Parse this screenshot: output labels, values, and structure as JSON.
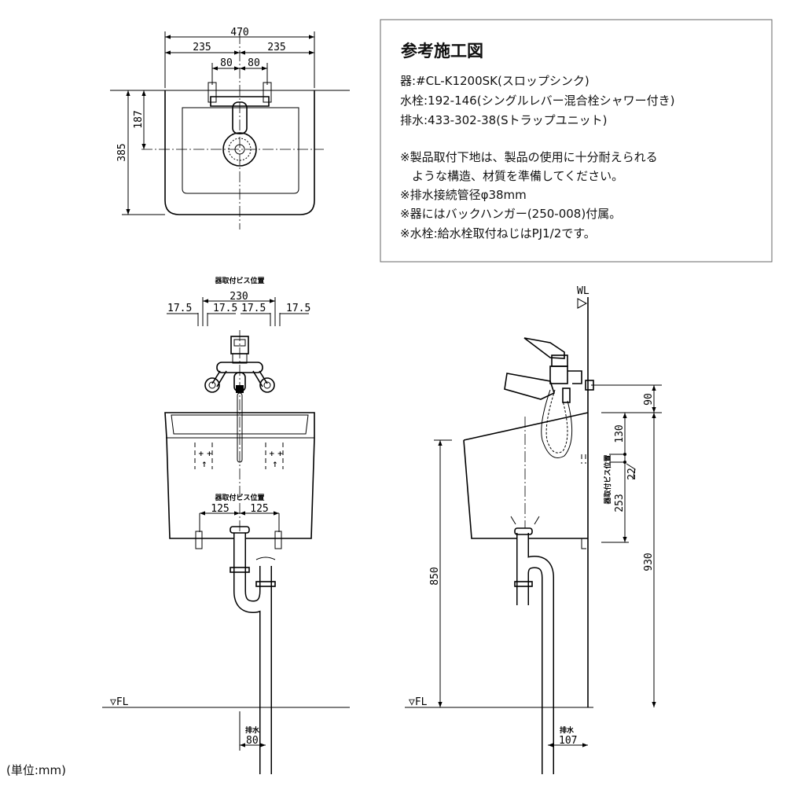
{
  "notes": {
    "title": "参考施工図",
    "lines": [
      "器:#CL-K1200SK(スロップシンク)",
      "水栓:192-146(シングルレバー混合栓シャワー付き)",
      "排水:433-302-38(Sトラップユニット)",
      "※製品取付下地は、製品の使用に十分耐えられる",
      "　ような構造、材質を準備してください。",
      "※排水接続管径φ38mm",
      "※器にはバックハンガー(250-008)付属。",
      "※水栓:給水栓取付ねじはPJ1/2です。"
    ]
  },
  "top_view": {
    "dim_total_width": "470",
    "dim_half_left": "235",
    "dim_half_right": "235",
    "dim_faucet_left": "80",
    "dim_faucet_right": "80",
    "dim_depth": "385",
    "dim_drain_depth": "187"
  },
  "front_view": {
    "screw_label_top": "器取付ビス位置",
    "dim_230": "230",
    "dim_17_5_a": "17.5",
    "dim_17_5_b": "17.5",
    "dim_17_5_c": "17.5",
    "dim_17_5_d": "17.5",
    "screw_label_bottom": "器取付ビス位置",
    "dim_125_left": "125",
    "dim_125_right": "125",
    "floor_label": "▽FL",
    "drain_label": "排水",
    "drain_dim": "80"
  },
  "side_view": {
    "wall_label": "WL",
    "dim_90": "90",
    "dim_130": "130",
    "dim_22": "22",
    "dim_253": "253",
    "dim_930": "930",
    "dim_850": "850",
    "screw_label": "器取付ビス位置",
    "floor_label": "▽FL",
    "drain_label": "排水",
    "drain_dim": "107"
  },
  "unit_label": "(単位:mm)"
}
